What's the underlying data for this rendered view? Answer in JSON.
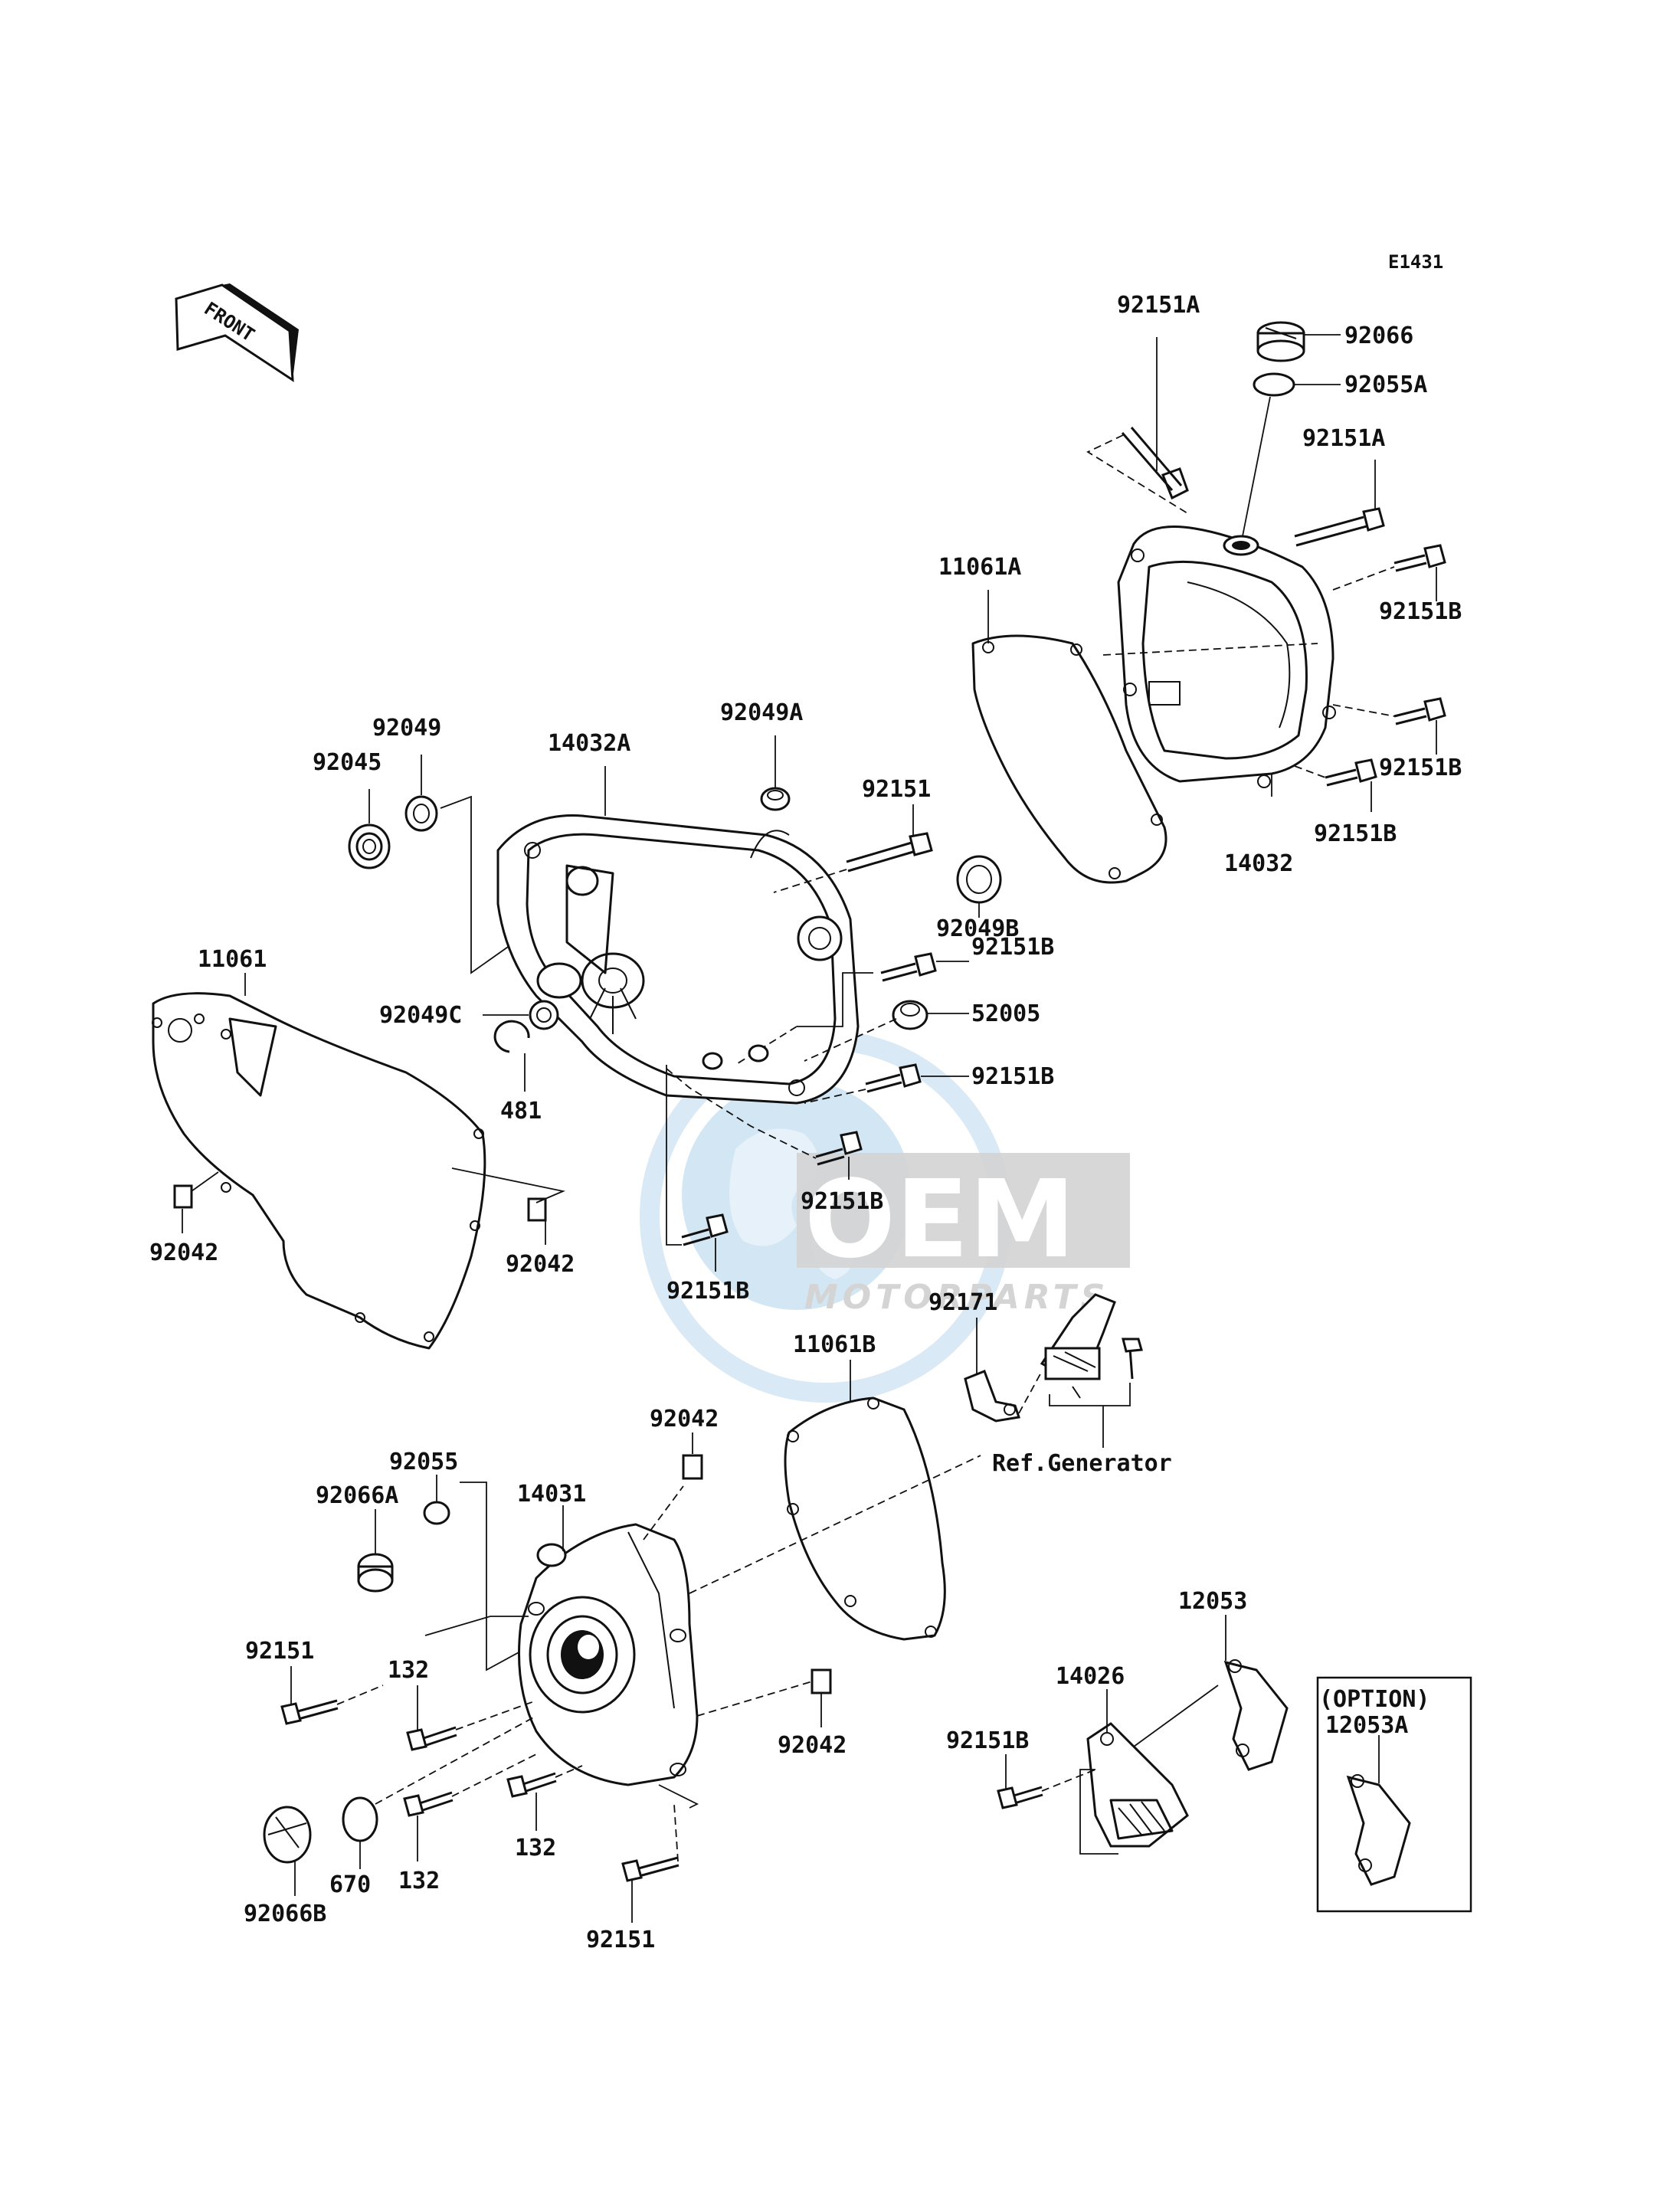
{
  "diagram_code": "E1431",
  "front_arrow_label": "FRONT",
  "watermark": {
    "brand": "OEM",
    "sub": "MOTORPARTS",
    "colors": {
      "globe": "#b9d7ec",
      "ring": "#d7e8f4",
      "letters": "#d6d6d6",
      "subtext": "#d9d9d9"
    }
  },
  "callouts": {
    "c92066": "92066",
    "c92151A_top": "92151A",
    "c92055A": "92055A",
    "c92151A_right": "92151A",
    "c11061A": "11061A",
    "c92151B_r1": "92151B",
    "c92151B_r2": "92151B",
    "c92151B_r3": "92151B",
    "c14032": "14032",
    "c92049": "92049",
    "c92045": "92045",
    "c14032A": "14032A",
    "c92049A": "92049A",
    "c92151": "92151",
    "c92049B": "92049B",
    "c92151B_m1": "92151B",
    "c52005": "52005",
    "c92049C": "92049C",
    "c92151B_m2": "92151B",
    "c481": "481",
    "c92151B_m3": "92151B",
    "c92151B_m4": "92151B",
    "c11061": "11061",
    "c92042_left": "92042",
    "c92042_mid": "92042",
    "c92171": "92171",
    "c11061B": "11061B",
    "c92042_low": "92042",
    "ref_generator": "Ref.Generator",
    "c92055": "92055",
    "c92066A": "92066A",
    "c14031": "14031",
    "c92151_l": "92151",
    "c132_a": "132",
    "c92042_bot": "92042",
    "c12053": "12053",
    "c14026": "14026",
    "c92151B_bot": "92151B",
    "option_label": "(OPTION)",
    "c12053A": "12053A",
    "c670": "670",
    "c132_b": "132",
    "c132_c": "132",
    "c92066B": "92066B",
    "c92151_b": "92151"
  }
}
